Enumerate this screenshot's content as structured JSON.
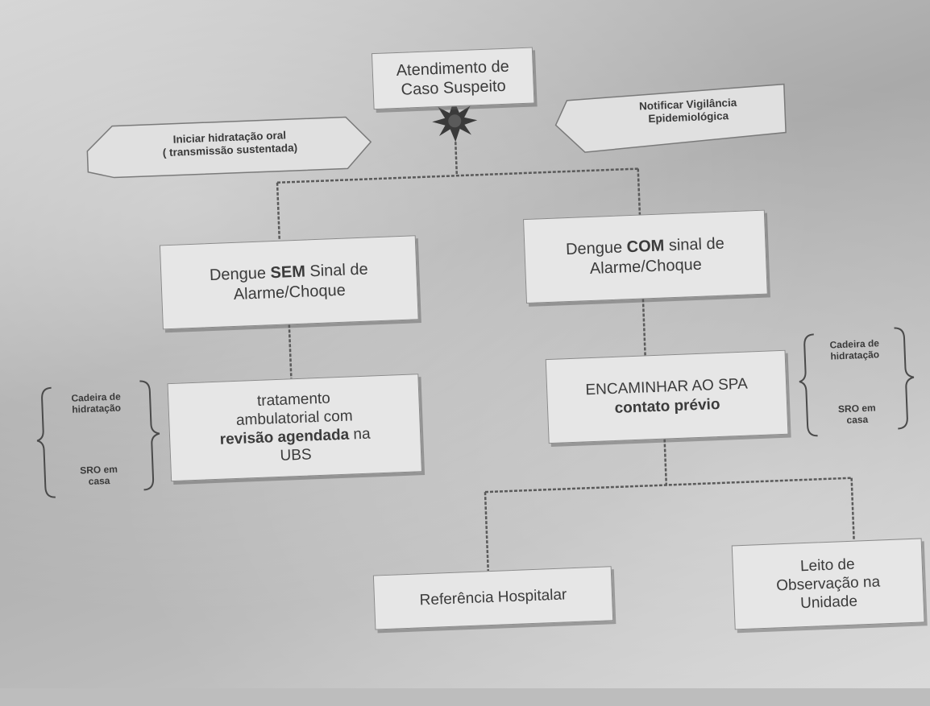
{
  "top": {
    "line1": "Atendimento de",
    "line2": "Caso Suspeito"
  },
  "left_arrow": {
    "line1": "Iniciar hidratação oral",
    "line2": "( transmissão sustentada)"
  },
  "right_arrow": {
    "line1": "Notificar Vigilância",
    "line2": "Epidemiológica"
  },
  "sem": {
    "pre": "Dengue ",
    "bold": "SEM",
    "post": " Sinal de",
    "line2": "Alarme/Choque"
  },
  "com": {
    "pre": "Dengue ",
    "bold": "COM",
    "post": " sinal de",
    "line2": "Alarme/Choque"
  },
  "tratamento": {
    "line1": "tratamento",
    "line2": "ambulatorial com",
    "line3_bold": "revisão agendada",
    "line3_post": " na",
    "line4": "UBS"
  },
  "encaminhar": {
    "line1": "ENCAMINHAR AO SPA",
    "line2_bold": "contato prévio"
  },
  "side_left": {
    "line1": "Cadeira de",
    "line2": "hidratação",
    "line3": "SRO em",
    "line4": "casa"
  },
  "side_right": {
    "line1": "Cadeira de",
    "line2": "hidratação",
    "line3": "SRO em",
    "line4": "casa"
  },
  "referencia": {
    "label": "Referência Hospitalar"
  },
  "leito": {
    "line1": "Leito de",
    "line2": "Observação na",
    "line3": "Unidade"
  },
  "colors": {
    "box_fill": "#e6e6e6",
    "line": "#5a5a5a",
    "background": "#bdbdbd"
  }
}
